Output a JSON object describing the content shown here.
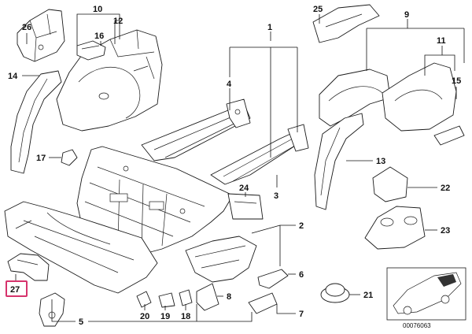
{
  "colors": {
    "line": "#1a1a1a",
    "highlight_box": "#d6336c",
    "background": "#ffffff"
  },
  "callouts": {
    "n1": "1",
    "n2": "2",
    "n3": "3",
    "n4": "4",
    "n5": "5",
    "n6": "6",
    "n7": "7",
    "n8": "8",
    "n9": "9",
    "n10": "10",
    "n11": "11",
    "n12": "12",
    "n13": "13",
    "n14": "14",
    "n15": "15",
    "n16": "16",
    "n17": "17",
    "n18": "18",
    "n19": "19",
    "n20": "20",
    "n21": "21",
    "n22": "22",
    "n23": "23",
    "n24": "24",
    "n25": "25",
    "n26": "26",
    "n27": "27"
  },
  "highlighted_callout": "27",
  "reference_number": "00076063"
}
